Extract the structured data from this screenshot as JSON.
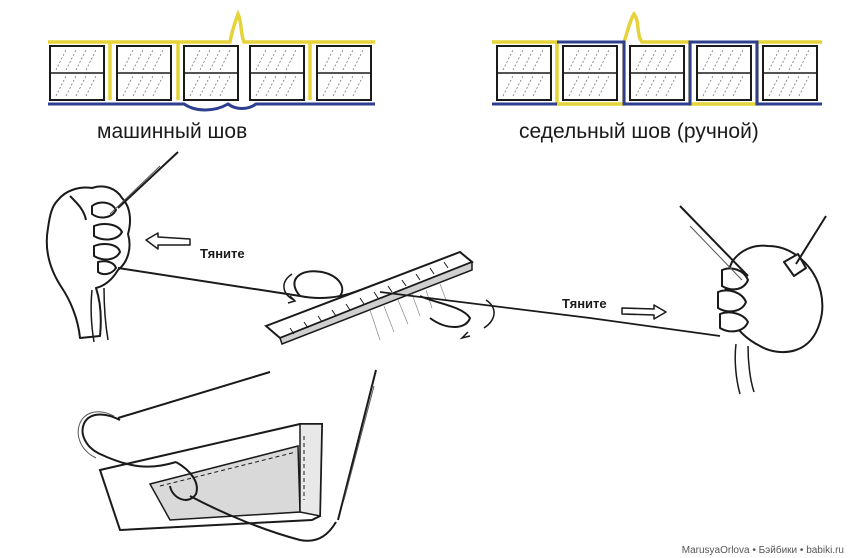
{
  "diagram": {
    "machine_stitch_caption": "машинный шов",
    "saddle_stitch_caption": "седельный шов (ручной)",
    "pull_label_left": "Тяните",
    "pull_label_right": "Тяните",
    "credit": "MarusyaOrlova • Бэйбики • babiki.ru"
  },
  "colors": {
    "top_thread": "#e6d33a",
    "bottom_thread": "#2e3f8f",
    "ink": "#1a1a1a"
  },
  "icons": [
    "hand-left-icon",
    "hand-right-icon",
    "needle-icon",
    "pull-arrow-icon",
    "rotation-arrow-icon"
  ]
}
